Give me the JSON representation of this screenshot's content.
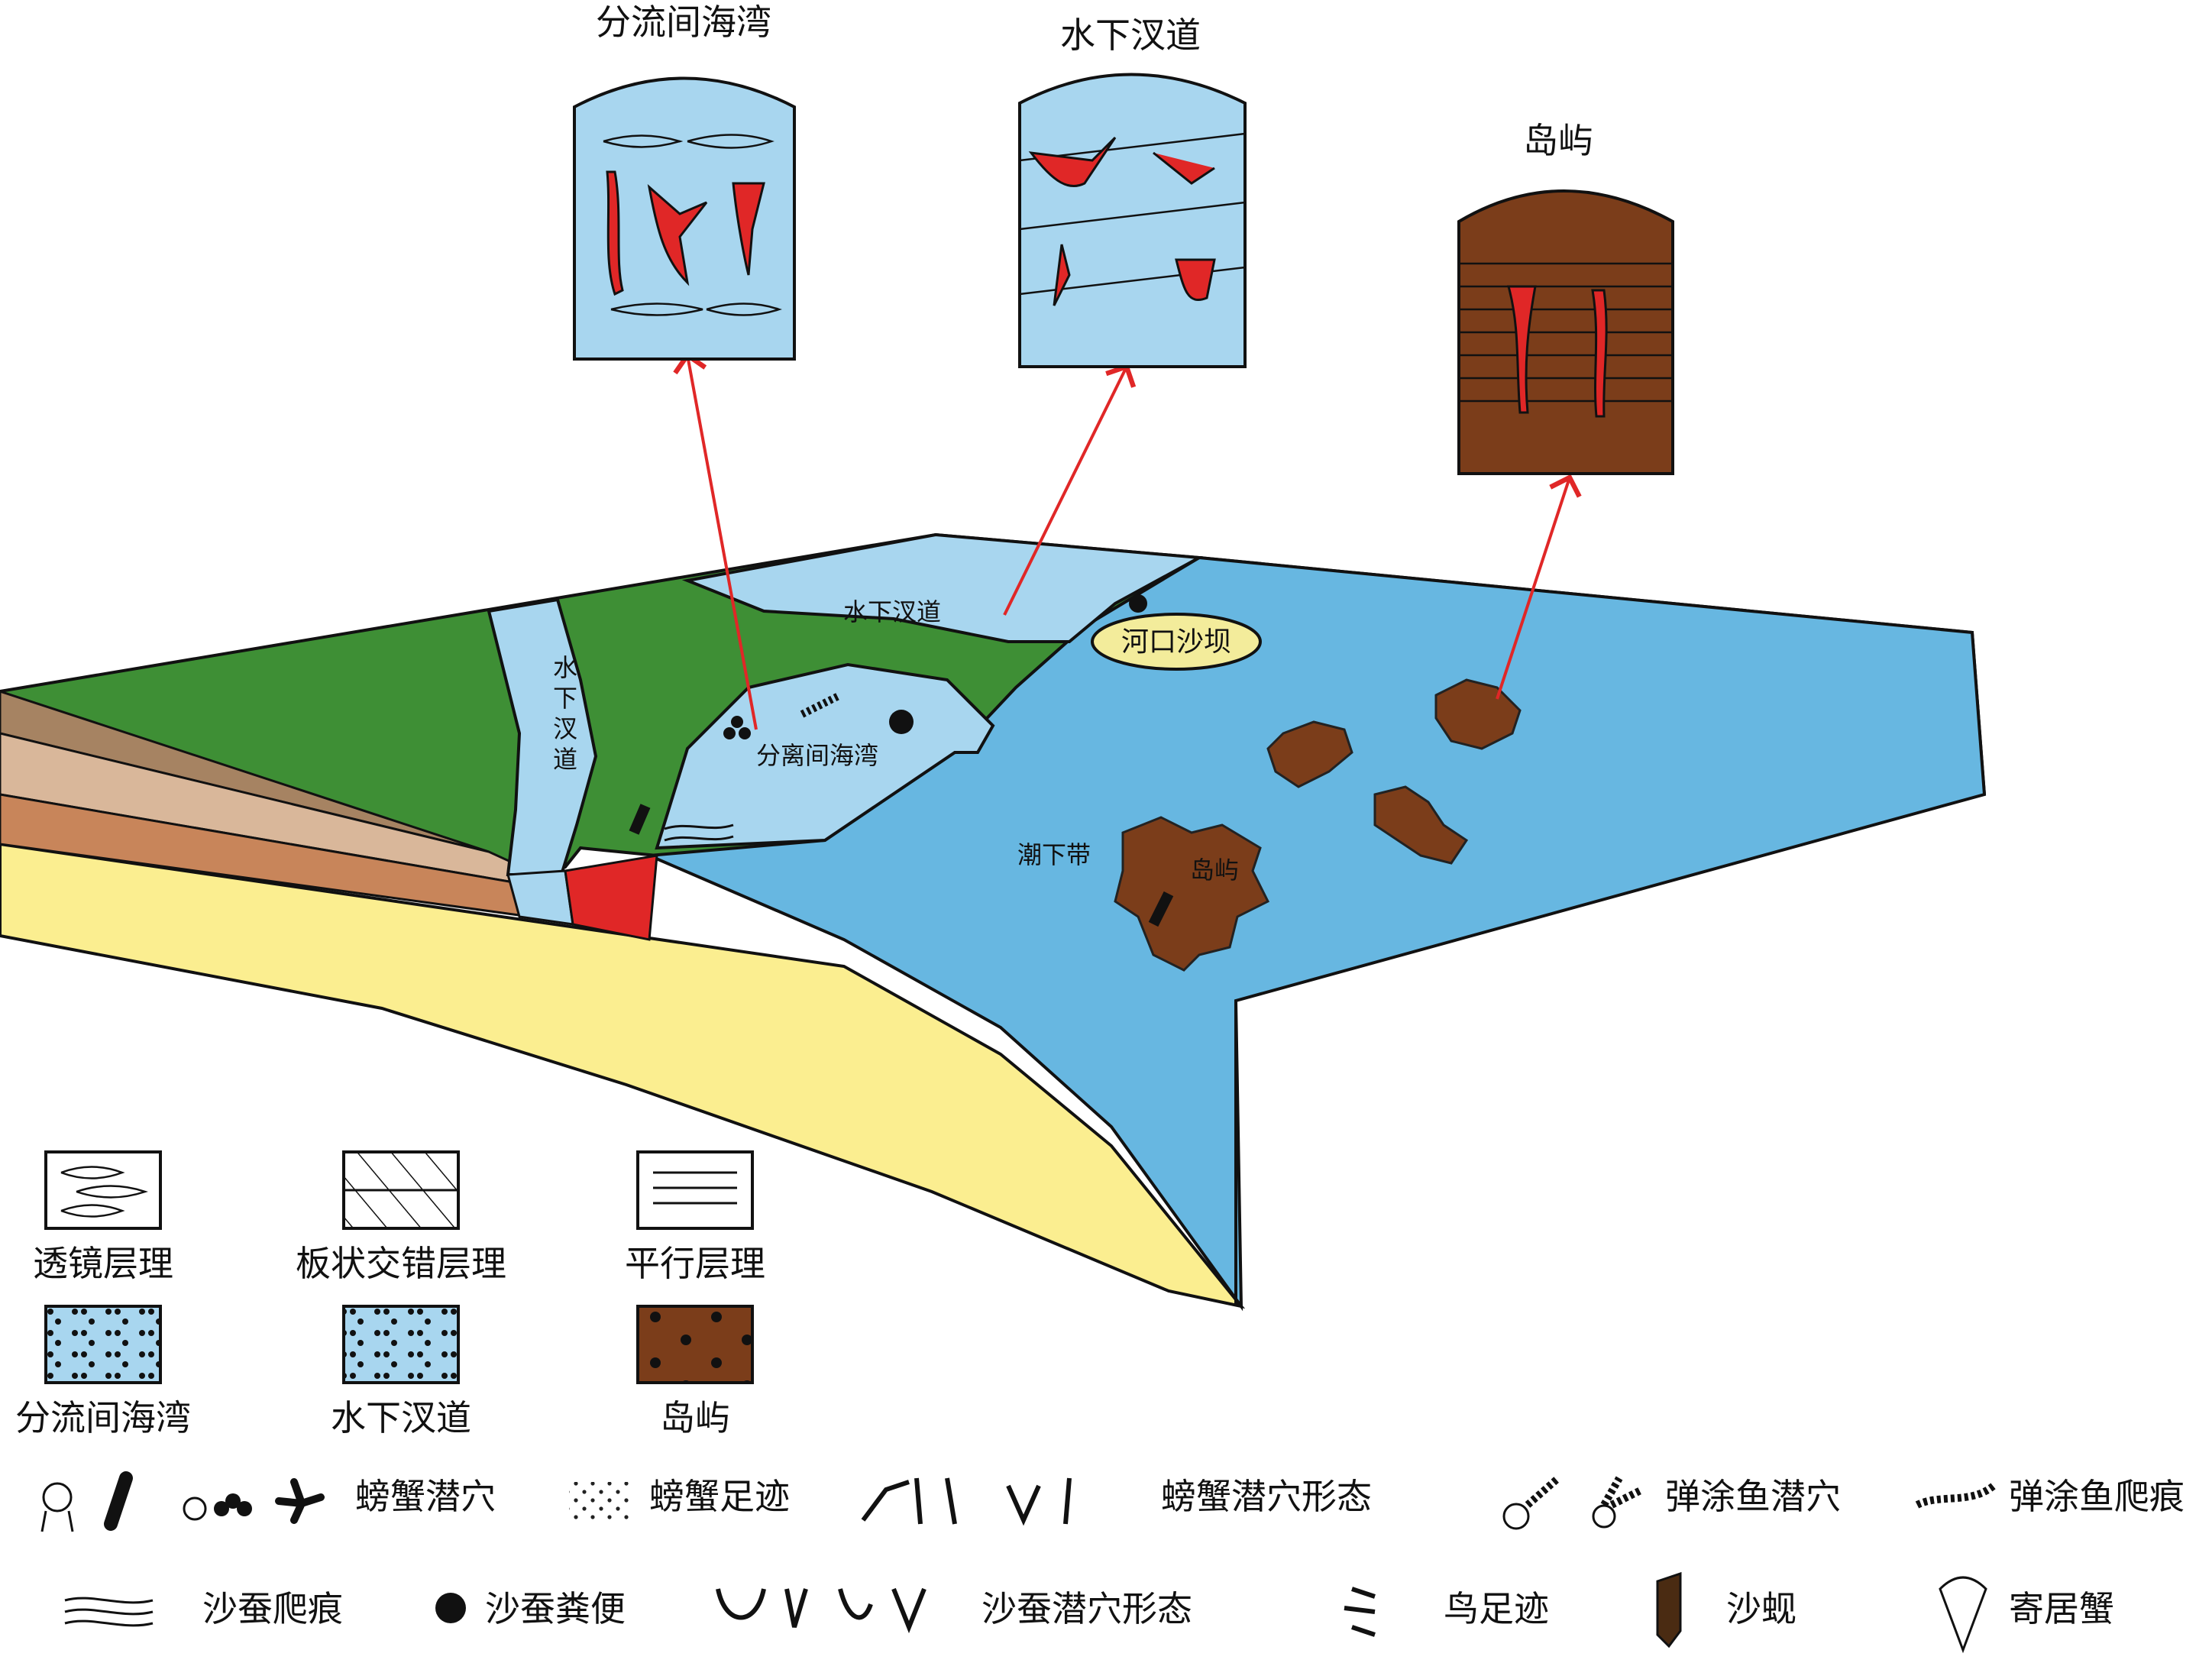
{
  "colors": {
    "land": "#3e8f35",
    "channel_water": "#a8d6ef",
    "sea": "#67b7e1",
    "island": "#7b3d1a",
    "sand": "#fbee90",
    "mouth_bar": "#f3ec9b",
    "burrow_red": "#e02727",
    "arrow_red": "#e02727",
    "soil_tan": "#a68362",
    "soil_light": "#d9b79a",
    "soil_orange": "#c8855a"
  },
  "panels": {
    "bay": {
      "title": "分流间海湾"
    },
    "channel": {
      "title": "水下汊道"
    },
    "island": {
      "title": "岛屿"
    }
  },
  "map": {
    "channel_top": "水下汊道",
    "channel_left": [
      "水",
      "下",
      "汊",
      "道"
    ],
    "mouth_bar": "河口沙坝",
    "bay": "分离间海湾",
    "subtidal": "潮下带",
    "island": "岛屿"
  },
  "legend": {
    "lens": "透镜层理",
    "tabular_cross": "板状交错层理",
    "parallel": "平行层理",
    "bay_fill": "分流间海湾",
    "channel_fill": "水下汊道",
    "island_fill": "岛屿",
    "crab_burrow": "螃蟹潜穴",
    "crab_track": "螃蟹足迹",
    "crab_burrow_form": "螃蟹潜穴形态",
    "mudskipper_burrow": "弹涂鱼潜穴",
    "mudskipper_trail": "弹涂鱼爬痕",
    "lugworm_trail": "沙蚕爬痕",
    "lugworm_feces": "沙蚕粪便",
    "lugworm_burrow_form": "沙蚕潜穴形态",
    "bird_track": "鸟足迹",
    "clam": "沙蚬",
    "hermit_crab": "寄居蟹"
  }
}
